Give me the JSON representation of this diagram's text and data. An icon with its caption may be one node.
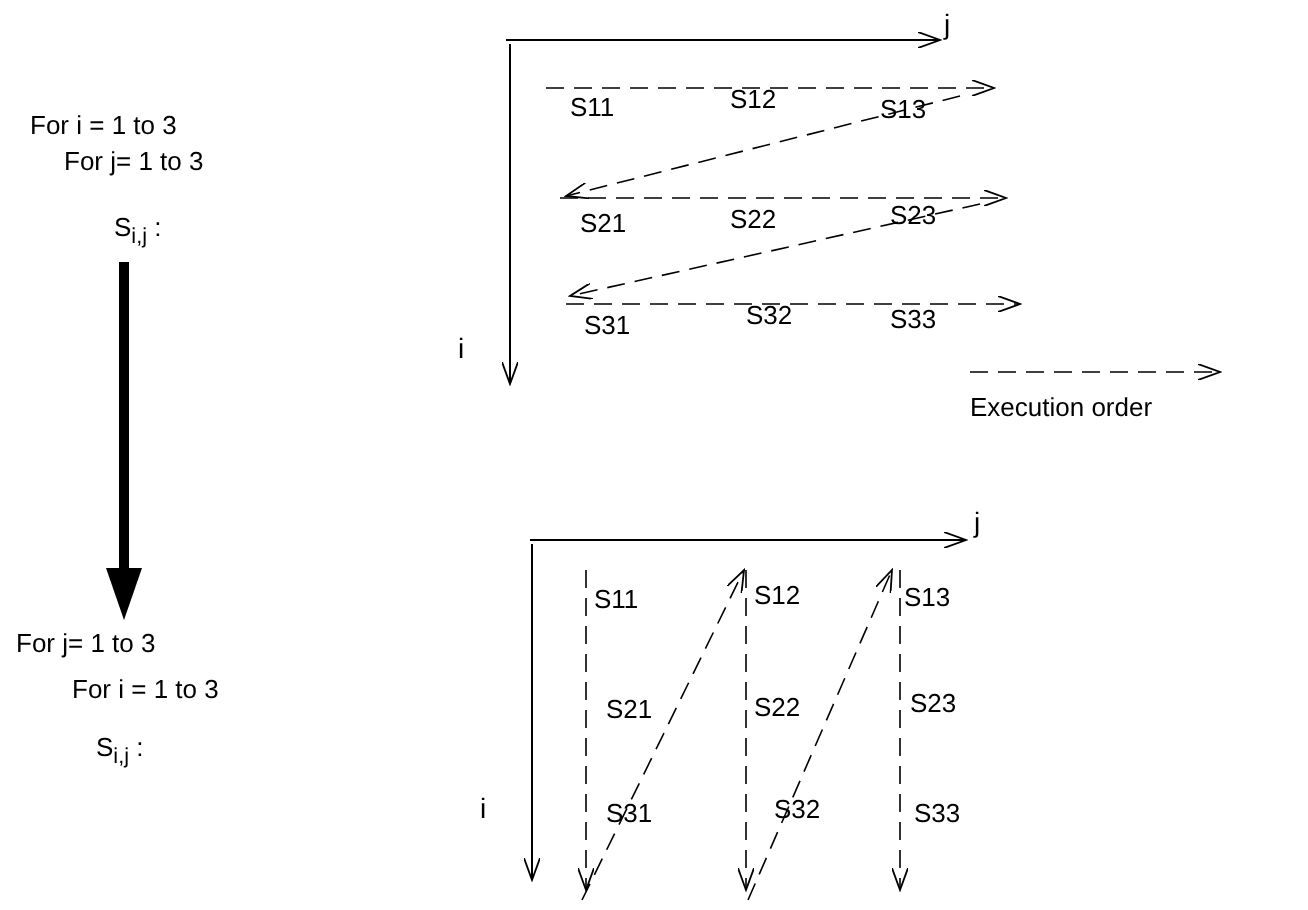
{
  "diagram": {
    "nodes": [
      {
        "text": [
          "For i = 1 to 3",
          "For j= 1 to 3",
          "S$_{i,j}$ :"
        ]
      },
      {
        "text": [
          "For j= 1 to 3",
          "For i = 1 to 3",
          "S$_{i,j}$ :"
        ]
      }
    ],
    "edges": [
      {
        "from": 0,
        "to": 1,
        "arrow": "to"
      }
    ],
    "labels": [
      "j",
      "S11",
      "S12",
      "S13",
      "S21",
      "S22",
      "S23",
      "S31",
      "S32",
      "S33",
      "i",
      "j",
      "S11",
      "S12",
      "S13",
      "S21",
      "S22",
      "S23",
      "i",
      "S31",
      "S32",
      "S33"
    ],
    "legend": [
      {
        "text": "Execution order"
      }
    ]
  }
}
